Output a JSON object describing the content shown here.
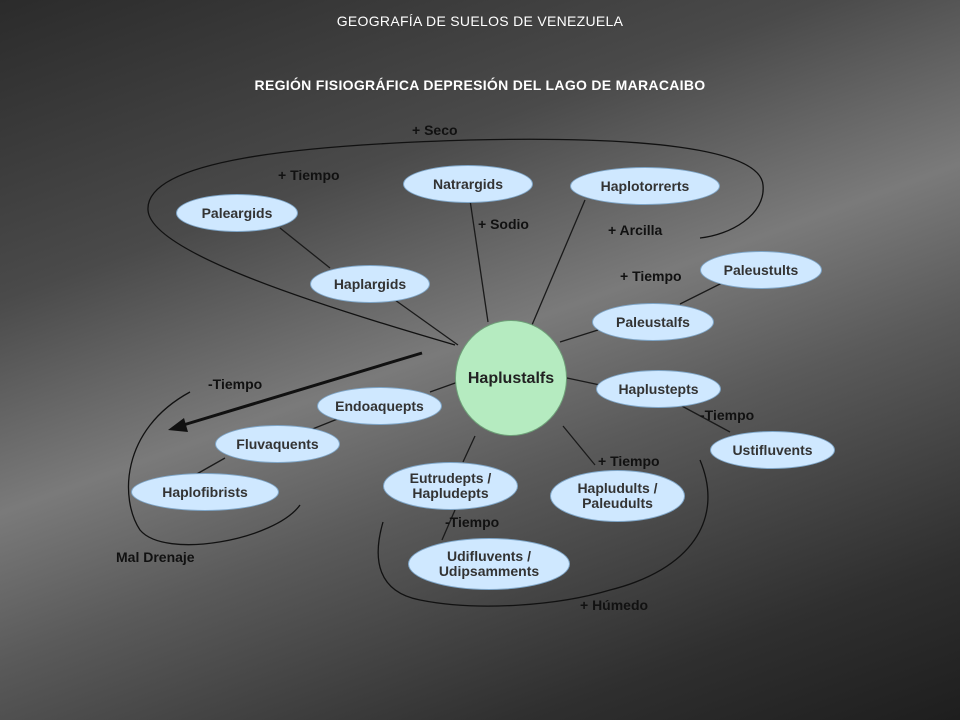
{
  "titles": {
    "top": "GEOGRAFÍA DE SUELOS DE VENEZUELA",
    "region": "REGIÓN FISIOGRÁFICA DEPRESIÓN DEL LAGO DE MARACAIBO"
  },
  "center_node": "Haplustalfs",
  "nodes": {
    "paleargids": "Paleargids",
    "natrargids": "Natrargids",
    "haplotorrerts": "Haplotorrerts",
    "haplargids": "Haplargids",
    "paleustults": "Paleustults",
    "paleustalfs": "Paleustalfs",
    "haplustepts": "Haplustepts",
    "ustifluvents": "Ustifluvents",
    "endoaquepts": "Endoaquepts",
    "fluvaquents": "Fluvaquents",
    "haplofibrists": "Haplofibrists",
    "eutrudepts_1": "Eutrudepts /",
    "eutrudepts_2": "Hapludepts",
    "hapludults_1": "Hapludults /",
    "hapludults_2": "Paleudults",
    "udifluvents_1": "Udifluvents /",
    "udifluvents_2": "Udipsamments"
  },
  "labels": {
    "seco": "+ Seco",
    "tiempo_top": "+ Tiempo",
    "sodio": "+ Sodio",
    "arcilla": "+ Arcilla",
    "tiempo_right": "+ Tiempo",
    "menos_tiempo_left": "-Tiempo",
    "menos_tiempo_right": "-Tiempo",
    "tiempo_bottom": "+ Tiempo",
    "menos_tiempo_bottom": "-Tiempo",
    "humedo": "+ Húmedo",
    "mal_drenaje": "Mal Drenaje"
  }
}
